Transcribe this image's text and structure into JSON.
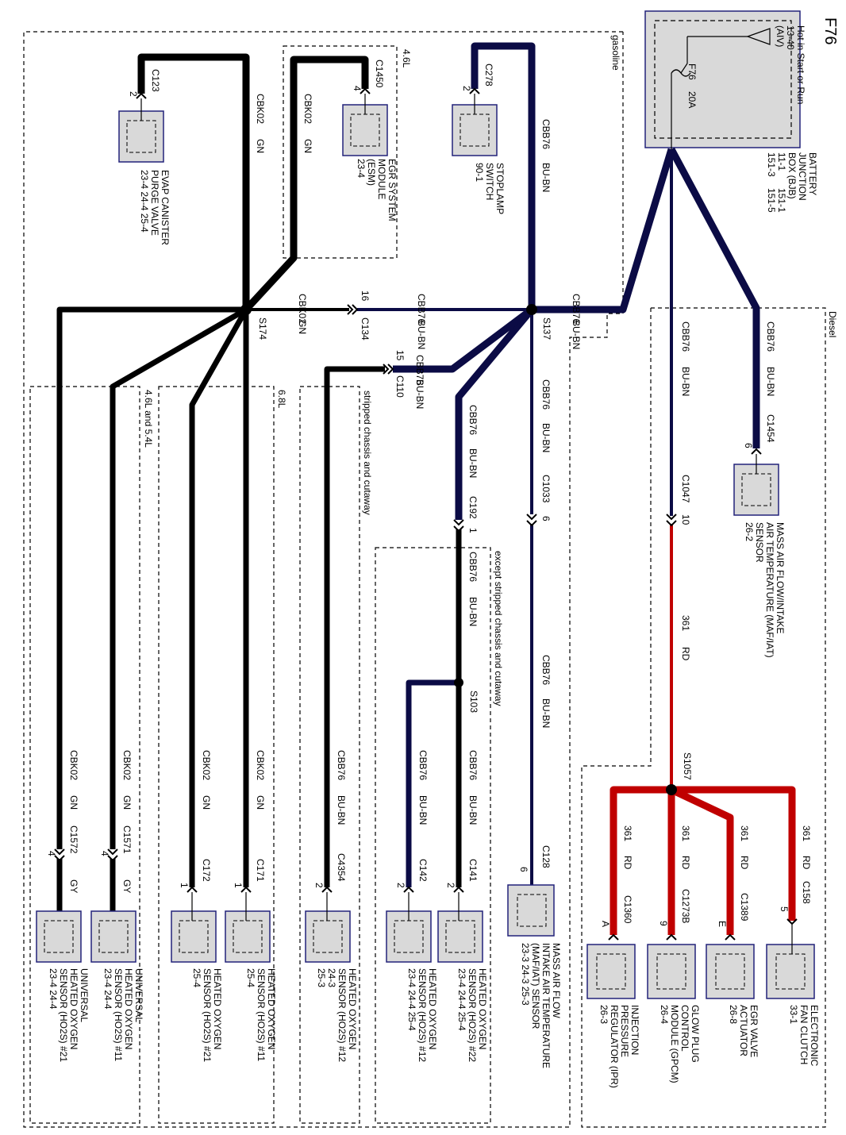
{
  "page": {
    "figure_id": "F76"
  },
  "regions": {
    "gasoline": "gasoline",
    "diesel": "Diesel",
    "v46": "4.6L",
    "v68": "6.8L",
    "v4654": "4.6L and 5.4L",
    "stripped": "stripped chassis and cutaway",
    "except_stripped": "except stripped chassis and cutaway"
  },
  "bjb": {
    "hot_lines": [
      "Hot in Start or Run",
      "13-40",
      "(AIV)"
    ],
    "fuse_id": "F76",
    "fuse_rating": "20A",
    "title_lines": [
      "BATTERY",
      "JUNCTION",
      "BOX (BJB)"
    ],
    "refs_left": [
      "11-1",
      "151-3"
    ],
    "refs_right": [
      "151-1",
      "151-5"
    ]
  },
  "splices": {
    "s174": "S174",
    "s137": "S137",
    "s103": "S103",
    "s1057": "S1057"
  },
  "wires": {
    "cbk02": "CBK02",
    "cbb76": "CBB76",
    "c361": "361",
    "gn": "GN",
    "bubn": "BU-BN",
    "rd": "RD",
    "gy": "GY"
  },
  "connectors": {
    "c123": "C123",
    "c1450": "C1450",
    "c278": "C278",
    "c134": "C134",
    "c110": "C110",
    "c1454": "C1454",
    "c1047": "C1047",
    "c1033": "C1033",
    "c192": "C192",
    "c128": "C128",
    "c141": "C141",
    "c142": "C142",
    "c4354": "C4354",
    "c171": "C171",
    "c172": "C172",
    "c1571": "C1571",
    "c1572": "C1572",
    "c158": "C158",
    "c1389": "C1389",
    "c1273b": "C1273B",
    "c1360": "C1360"
  },
  "pins": {
    "p2": "2",
    "p4": "4",
    "p16": "16",
    "p15": "15",
    "p6": "6",
    "p10": "10",
    "p1": "1",
    "pa": "A",
    "pe": "E",
    "p5": "5",
    "p9": "9"
  },
  "components": {
    "evap": [
      "EVAP CANISTER",
      "PURGE VALVE",
      "23-4    24-4    25-4"
    ],
    "egrsm": [
      "EGR SYSTEM",
      "MODULE",
      "(ESM)",
      "23-4"
    ],
    "stoplamp": [
      "STOPLAMP",
      "SWITCH",
      "90-1"
    ],
    "maf_diesel": [
      "MASS AIR FLOW/INTAKE",
      "AIR TEMPERATURE (MAF/IAT)",
      "SENSOR",
      "26-2"
    ],
    "maf_gas": [
      "MASS AIR FLOW",
      "INTAKE AIR TEMPERATURE",
      "(MAF/IAT) SENSOR",
      "23-3    24-3    25-3"
    ],
    "ho2s22": [
      "HEATED OXYGEN",
      "SENSOR (HO2S) #22",
      "23-4    24-4    25-4"
    ],
    "ho2s12a": [
      "HEATED OXYGEN",
      "SENSOR (HO2S) #12",
      "23-4    24-4    25-4"
    ],
    "ho2s12b": [
      "HEATED OXYGEN",
      "SENSOR (HO2S) #12",
      "24-3",
      "25-3"
    ],
    "ho2s11": [
      "HEATED OXYGEN",
      "SENSOR (HO2S) #11",
      "25-4"
    ],
    "ho2s21": [
      "HEATED OXYGEN",
      "SENSOR (HO2S) #21",
      "25-4"
    ],
    "uho2s11": [
      "UNIVERSAL",
      "HEATED OXYGEN",
      "SENSOR (HO2S) #11",
      "23-4    24-4"
    ],
    "uho2s21": [
      "UNIVERSAL",
      "HEATED OXYGEN",
      "SENSOR (HO2S) #21",
      "23-4    24-4"
    ],
    "fanclutch": [
      "ELECTRONIC",
      "FAN CLUTCH",
      "33-1"
    ],
    "egrvalve": [
      "EGR VALVE",
      "ACTUATOR",
      "26-8"
    ],
    "gpcm": [
      "GLOW PLUG",
      "CONTROL",
      "MODULE (GPCM)",
      "26-4"
    ],
    "ipr": [
      "INJECTION",
      "PRESSURE",
      "REGULATOR (IPR)",
      "26-3"
    ]
  },
  "colors": {
    "green_wire": "#000000",
    "blue_wire": "#0b0b45",
    "red_wire": "#c00000",
    "component_fill": "#d9d9d9",
    "component_border": "#22227a"
  }
}
